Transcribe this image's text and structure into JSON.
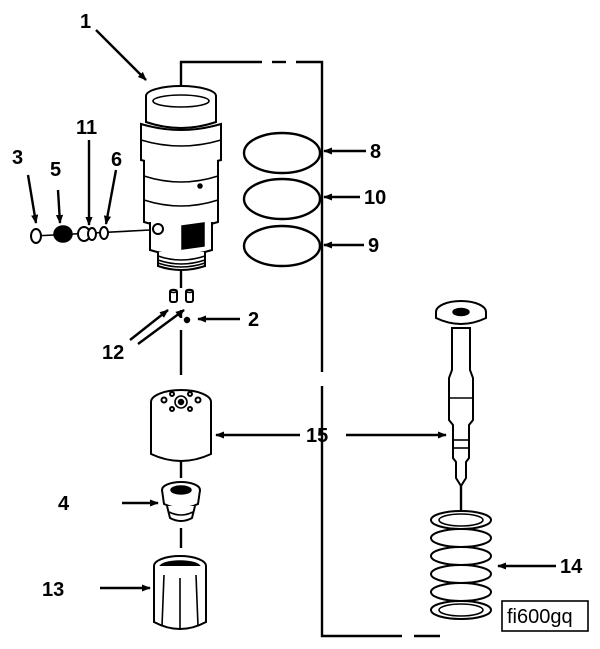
{
  "figure_id": "fi600gq",
  "callouts": {
    "c1": "1",
    "c2": "2",
    "c3": "3",
    "c4": "4",
    "c5": "5",
    "c6": "6",
    "c8": "8",
    "c9": "9",
    "c10": "10",
    "c11": "11",
    "c12": "12",
    "c13": "13",
    "c14": "14",
    "c15": "15"
  }
}
